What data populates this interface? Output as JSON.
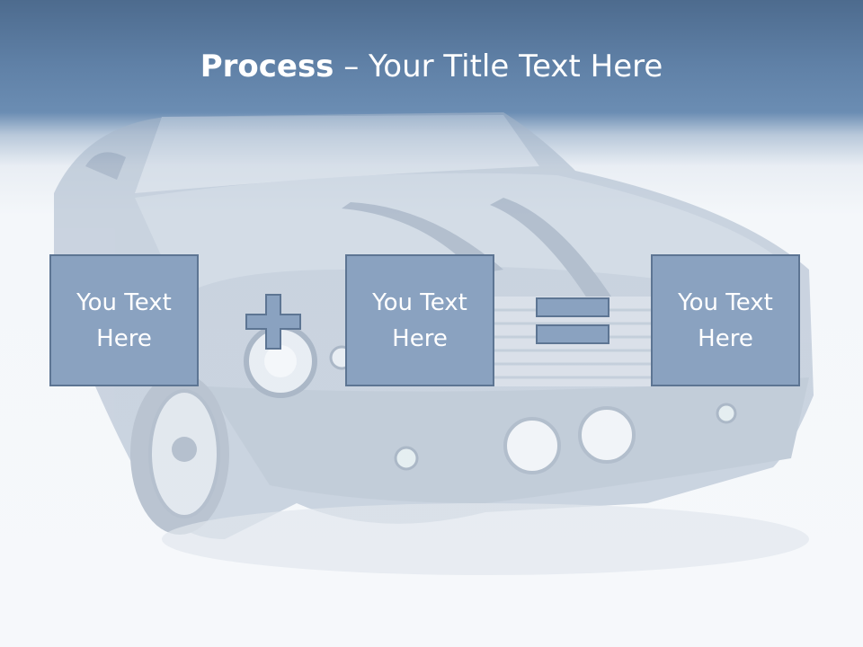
{
  "title": {
    "bold": "Process",
    "rest": " – Your Title Text Here"
  },
  "boxes": [
    {
      "label": "You Text Here"
    },
    {
      "label": "You Text Here"
    },
    {
      "label": "You Text Here"
    }
  ],
  "operators": [
    "plus",
    "equals"
  ],
  "colors": {
    "header": "#5f80a6",
    "box_fill": "#8aa2c0",
    "box_border": "#5d7593",
    "text": "#ffffff"
  },
  "icons": [
    "plus-icon",
    "equals-icon"
  ]
}
